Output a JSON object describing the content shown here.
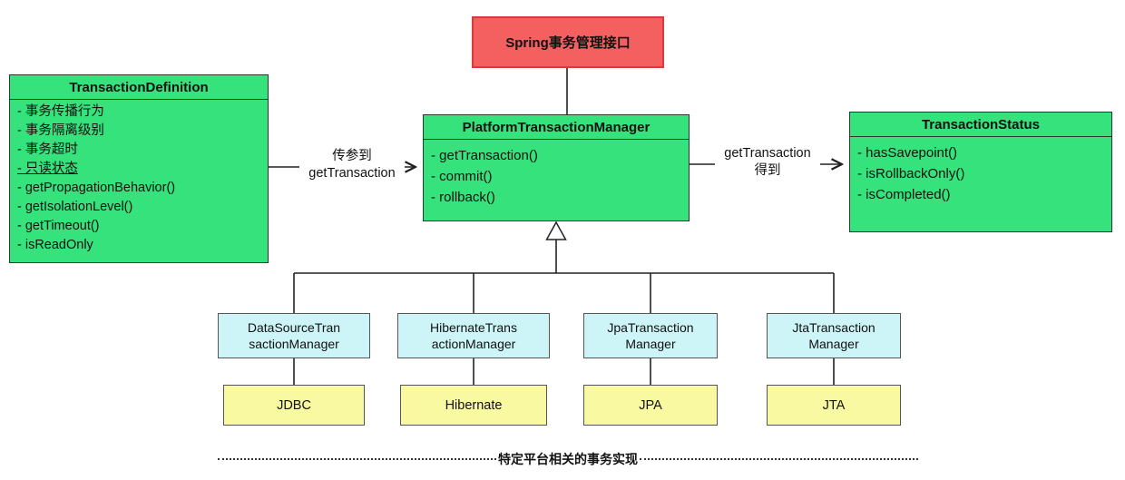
{
  "colors": {
    "class_fill": "#35e27c",
    "interface_fill": "#f4605f",
    "interface_border": "#d93a3a",
    "impl_fill": "#cdf4f6",
    "platform_fill": "#f8f9a0",
    "line": "#222222"
  },
  "header": {
    "label": "Spring事务管理接口"
  },
  "classes": {
    "transaction_definition": {
      "title": "TransactionDefinition",
      "attributes": [
        "- 事务传播行为",
        "- 事务隔离级别",
        "- 事务超时",
        "- 只读状态"
      ],
      "methods": [
        "- getPropagationBehavior()",
        "- getIsolationLevel()",
        "- getTimeout()",
        "- isReadOnly"
      ]
    },
    "platform_transaction_manager": {
      "title": "PlatformTransactionManager",
      "methods": [
        "- getTransaction()",
        "- commit()",
        "- rollback()"
      ]
    },
    "transaction_status": {
      "title": "TransactionStatus",
      "methods": [
        "- hasSavepoint()",
        "- isRollbackOnly()",
        "- isCompleted()"
      ]
    }
  },
  "edges": {
    "pass_param": {
      "line1": "传参到",
      "line2": "getTransaction"
    },
    "returns": {
      "line1": "getTransaction",
      "line2": "得到"
    }
  },
  "implementations": [
    {
      "line1": "DataSourceTran",
      "line2": "sactionManager",
      "platform": "JDBC"
    },
    {
      "line1": "HibernateTrans",
      "line2": "actionManager",
      "platform": "Hibernate"
    },
    {
      "line1": "JpaTransaction",
      "line2": "Manager",
      "platform": "JPA"
    },
    {
      "line1": "JtaTransaction",
      "line2": "Manager",
      "platform": "JTA"
    }
  ],
  "footer": {
    "label": "特定平台相关的事务实现"
  }
}
